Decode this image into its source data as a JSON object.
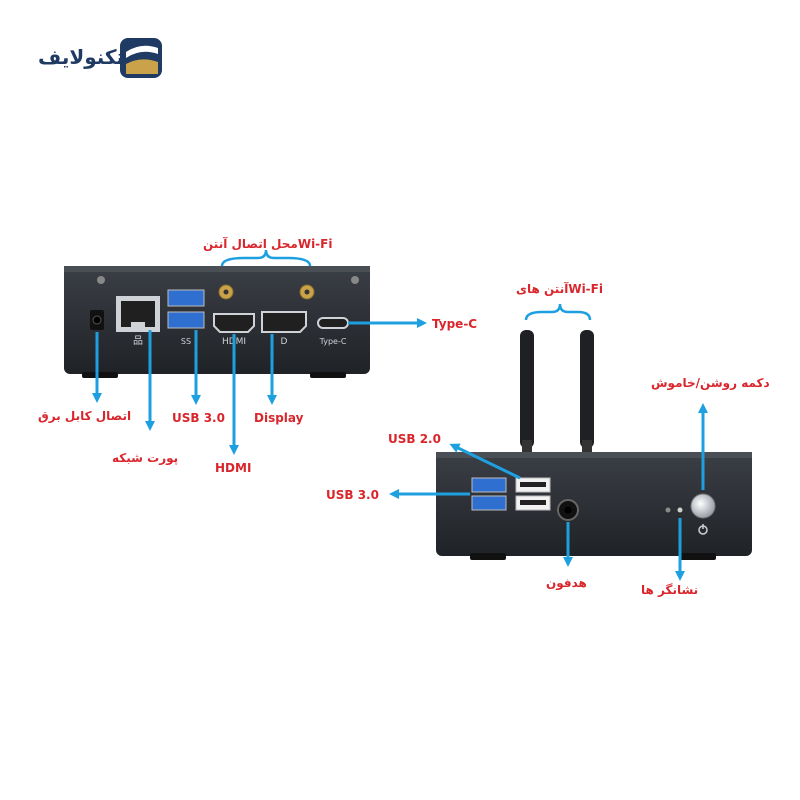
{
  "brand": {
    "name": "تکنولایف",
    "primary": "#1f3a63",
    "gold": "#c9a24a"
  },
  "colors": {
    "label_red": "#d9262c",
    "arrow_blue": "#1ea0e0",
    "usb3_blue": "#2e6fd0",
    "case_dark": "#2a2d33"
  },
  "rear_panel": {
    "port_text": {
      "hdmi": "HDMI",
      "dp": "D",
      "typec": "Type-C",
      "usb": "SS",
      "lan": "品"
    },
    "labels": {
      "antenna_connectors": "محل اتصال آنتنWi-Fi",
      "typec": "Type-C",
      "power_cable": "اتصال کابل برق",
      "usb3": "USB 3.0",
      "display": "Display",
      "network": "پورت شبکه",
      "hdmi": "HDMI"
    }
  },
  "front_panel": {
    "labels": {
      "antennas": "آنتن هایWi-Fi",
      "power_button": "دکمه روشن/خاموش",
      "usb2": "USB 2.0",
      "usb3": "USB 3.0",
      "headphone": "هدفون",
      "indicators": "نشانگر ها"
    }
  }
}
